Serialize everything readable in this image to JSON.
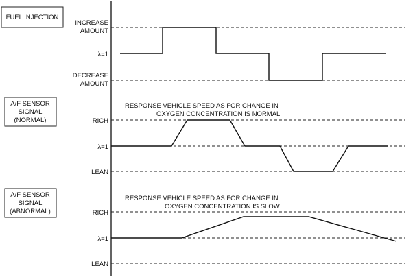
{
  "panels": [
    {
      "id": "fuel",
      "title_lines": [
        "FUEL INJECTION"
      ],
      "levels": {
        "high": [
          "INCREASE",
          "AMOUNT"
        ],
        "mid": [
          "λ=1"
        ],
        "low": [
          "DECREASE",
          "AMOUNT"
        ]
      },
      "note_lines": []
    },
    {
      "id": "normal",
      "title_lines": [
        "A/F SENSOR",
        "SIGNAL",
        "(NORMAL)"
      ],
      "levels": {
        "high": [
          "RICH"
        ],
        "mid": [
          "λ=1"
        ],
        "low": [
          "LEAN"
        ]
      },
      "note_lines": [
        "RESPONSE VEHICLE SPEED AS FOR CHANGE IN",
        "OXYGEN CONCENTRATION IS NORMAL"
      ]
    },
    {
      "id": "abnormal",
      "title_lines": [
        "A/F SENSOR",
        "SIGNAL",
        "(ABNORMAL)"
      ],
      "levels": {
        "high": [
          "RICH"
        ],
        "mid": [
          "λ=1"
        ],
        "low": [
          "LEAN"
        ]
      },
      "note_lines": [
        "RESPONSE VEHICLE SPEED AS FOR CHANGE IN",
        "OXYGEN CONCENTRATION IS SLOW"
      ]
    }
  ]
}
